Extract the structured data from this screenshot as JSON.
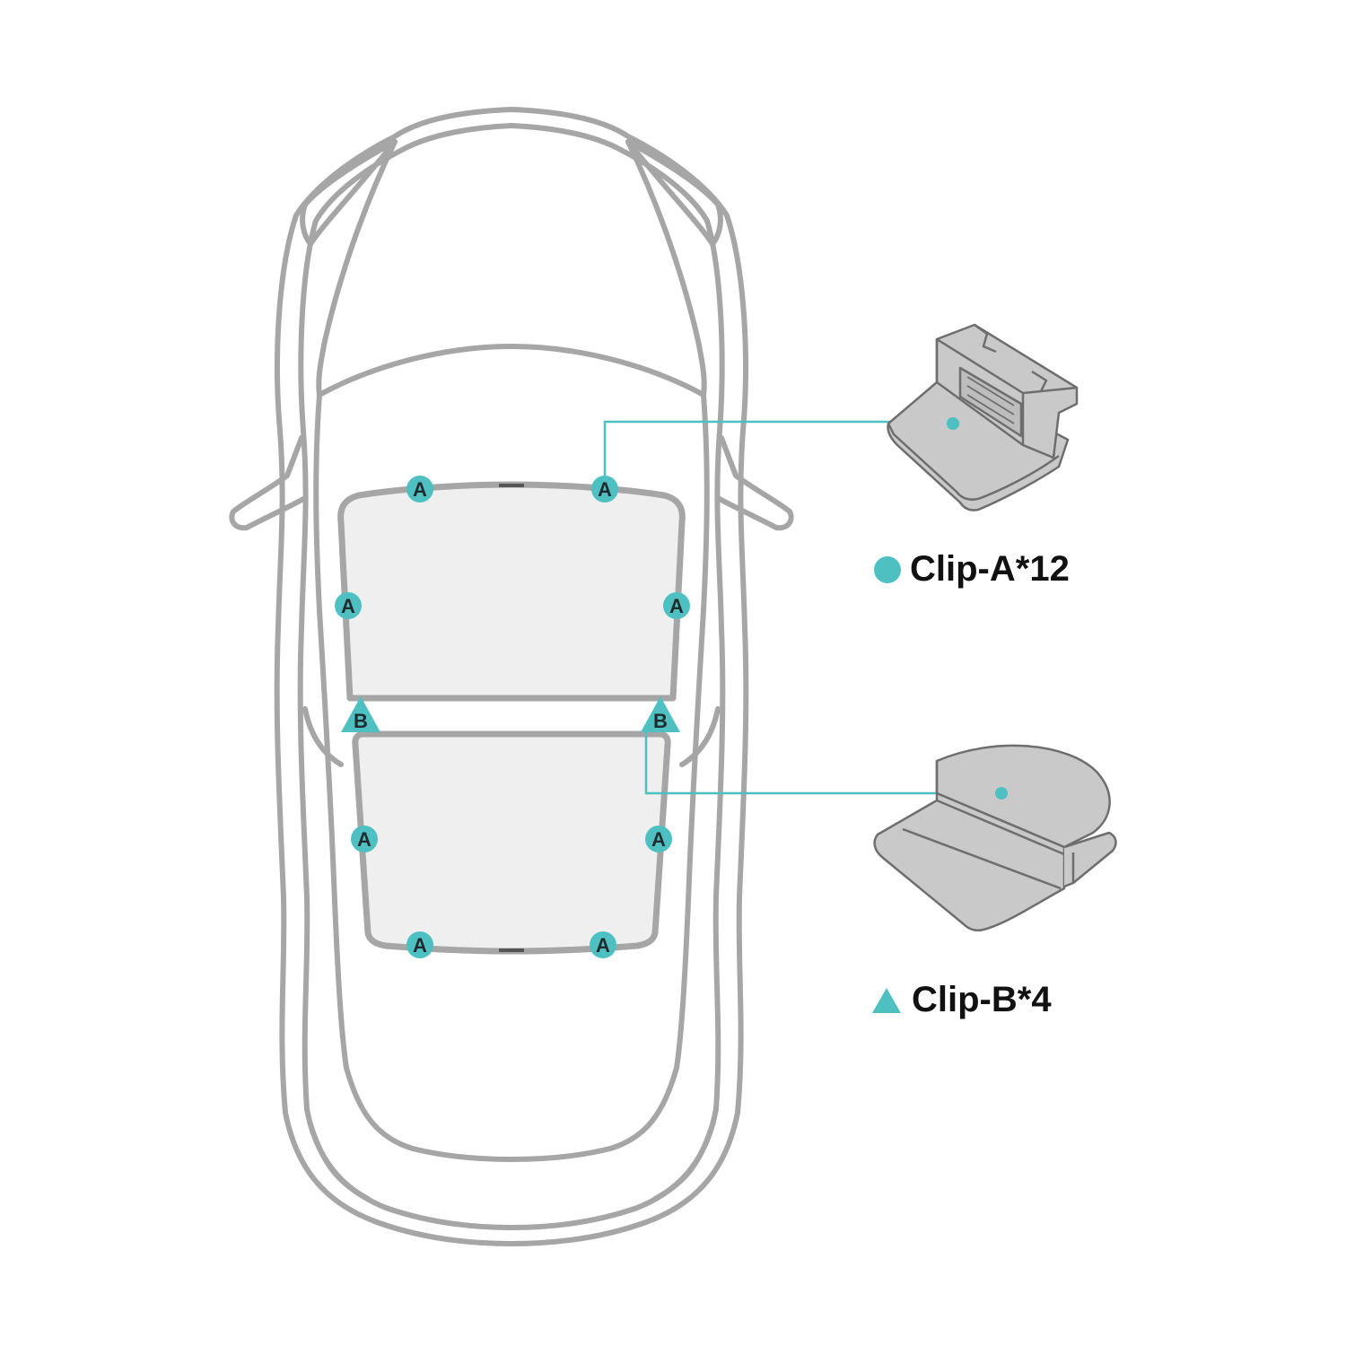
{
  "colors": {
    "accent": "#4fc0c2",
    "outline": "#a6a6a6",
    "glass": "#efefef",
    "clip_fill": "#c9c9c9",
    "clip_stroke": "#6e6e6e",
    "text": "#111111"
  },
  "legend": {
    "clip_a": {
      "symbol": "circle",
      "label": "Clip-A*12"
    },
    "clip_b": {
      "symbol": "triangle",
      "label": "Clip-B*4"
    }
  },
  "markers": {
    "a_label": "A",
    "b_label": "B"
  }
}
